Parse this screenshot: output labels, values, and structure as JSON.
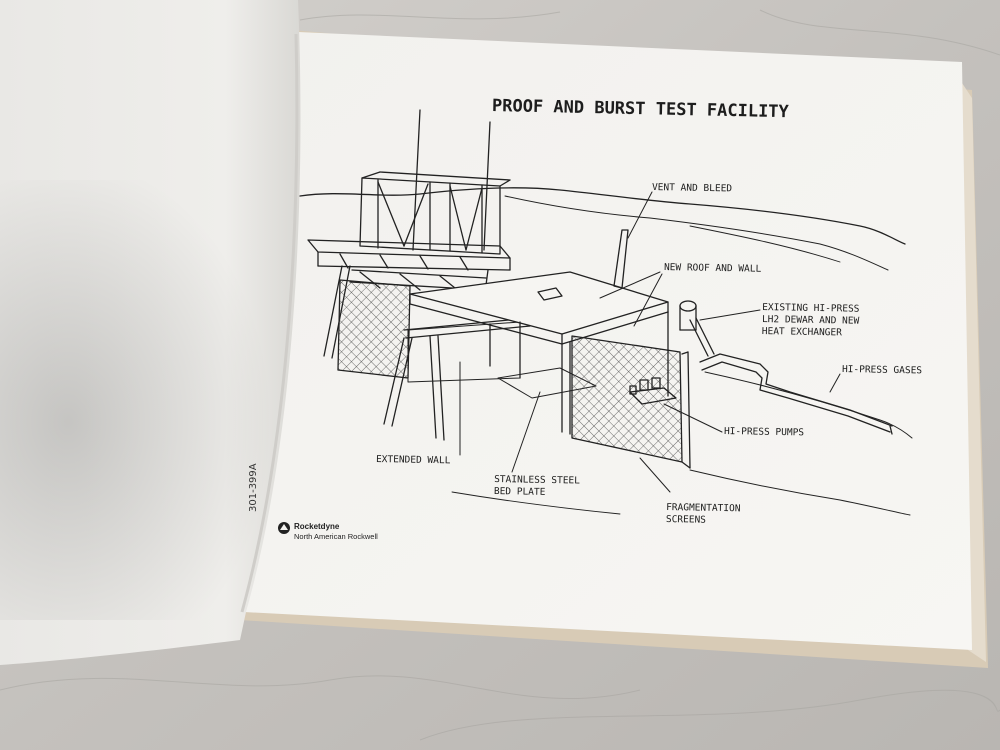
{
  "page": {
    "title": "PROOF AND BURST TEST FACILITY",
    "document_number": "301-399A",
    "brand": {
      "name": "Rocketdyne",
      "parent": "North American Rockwell",
      "logo_icon": "rocketdyne-logo-icon"
    }
  },
  "callouts": {
    "vent_and_bleed": "VENT AND BLEED",
    "new_roof_and_wall": "NEW ROOF AND WALL",
    "existing_dewar": [
      "EXISTING HI-PRESS",
      "LH2 DEWAR AND NEW",
      "HEAT EXCHANGER"
    ],
    "hi_press_gases": "HI-PRESS GASES",
    "hi_press_pumps": "HI-PRESS PUMPS",
    "extended_wall": "EXTENDED WALL",
    "bed_plate": [
      "STAINLESS STEEL",
      "BED PLATE"
    ],
    "fragmentation_screens": [
      "FRAGMENTATION",
      "SCREENS"
    ]
  },
  "colors": {
    "paper": "#f4f3f0",
    "left_page": "#ecebe8",
    "ink": "#1d1d1d",
    "marble": "#c9c6c2",
    "book_edge": "#d8cbb6"
  }
}
